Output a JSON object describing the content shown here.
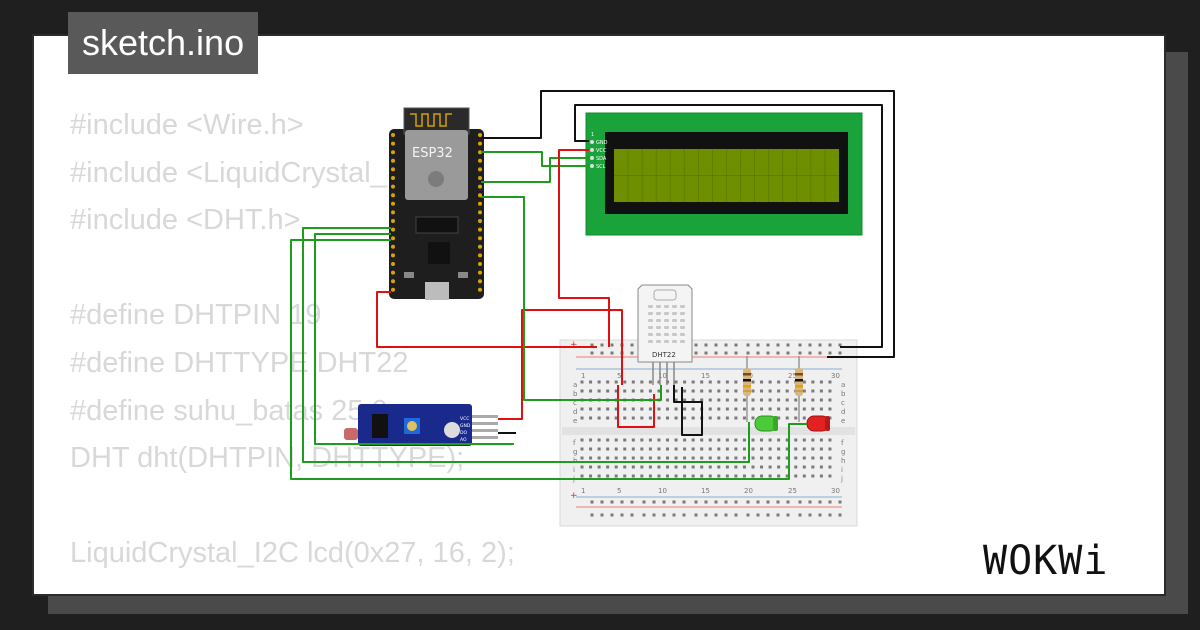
{
  "title": "sketch.ino",
  "code_lines": [
    "#include <Wire.h>",
    "#include <LiquidCrystal_I2C.h>",
    "#include <DHT.h>",
    "",
    "#define DHTPIN 19",
    "#define DHTTYPE DHT22",
    "#define suhu_batas 25.0",
    "DHT dht(DHTPIN, DHTTYPE);",
    "",
    "LiquidCrystal_I2C lcd(0x27, 16, 2);"
  ],
  "board": {
    "label": "ESP32"
  },
  "lcd": {
    "pin_labels": [
      "GND",
      "VCC",
      "SDA",
      "SCL"
    ],
    "corner_number": "1"
  },
  "dht": {
    "label": "DHT22"
  },
  "breadboard": {
    "column_numbers": [
      "1",
      "5",
      "10",
      "15",
      "20",
      "25",
      "30"
    ],
    "row_letters_top": [
      "a",
      "b",
      "c",
      "d",
      "e"
    ],
    "row_letters_bottom": [
      "f",
      "g",
      "h",
      "i",
      "j"
    ],
    "rail_symbol": "+"
  },
  "sensor_module": {
    "pin_labels": [
      "VCC",
      "GND",
      "DO",
      "AO"
    ]
  },
  "brand": {
    "logo_text": "WOKWi"
  },
  "colors": {
    "wire_green": "#1e9c1e",
    "wire_red": "#e01010",
    "wire_black": "#111111",
    "lcd_pcb": "#1aa33a",
    "lcd_screen": "#6e8f00",
    "esp32_board": "#1e1e1e",
    "module_board": "#1a2a8c",
    "led_green": "#4ccb3a",
    "led_red": "#e22222"
  }
}
